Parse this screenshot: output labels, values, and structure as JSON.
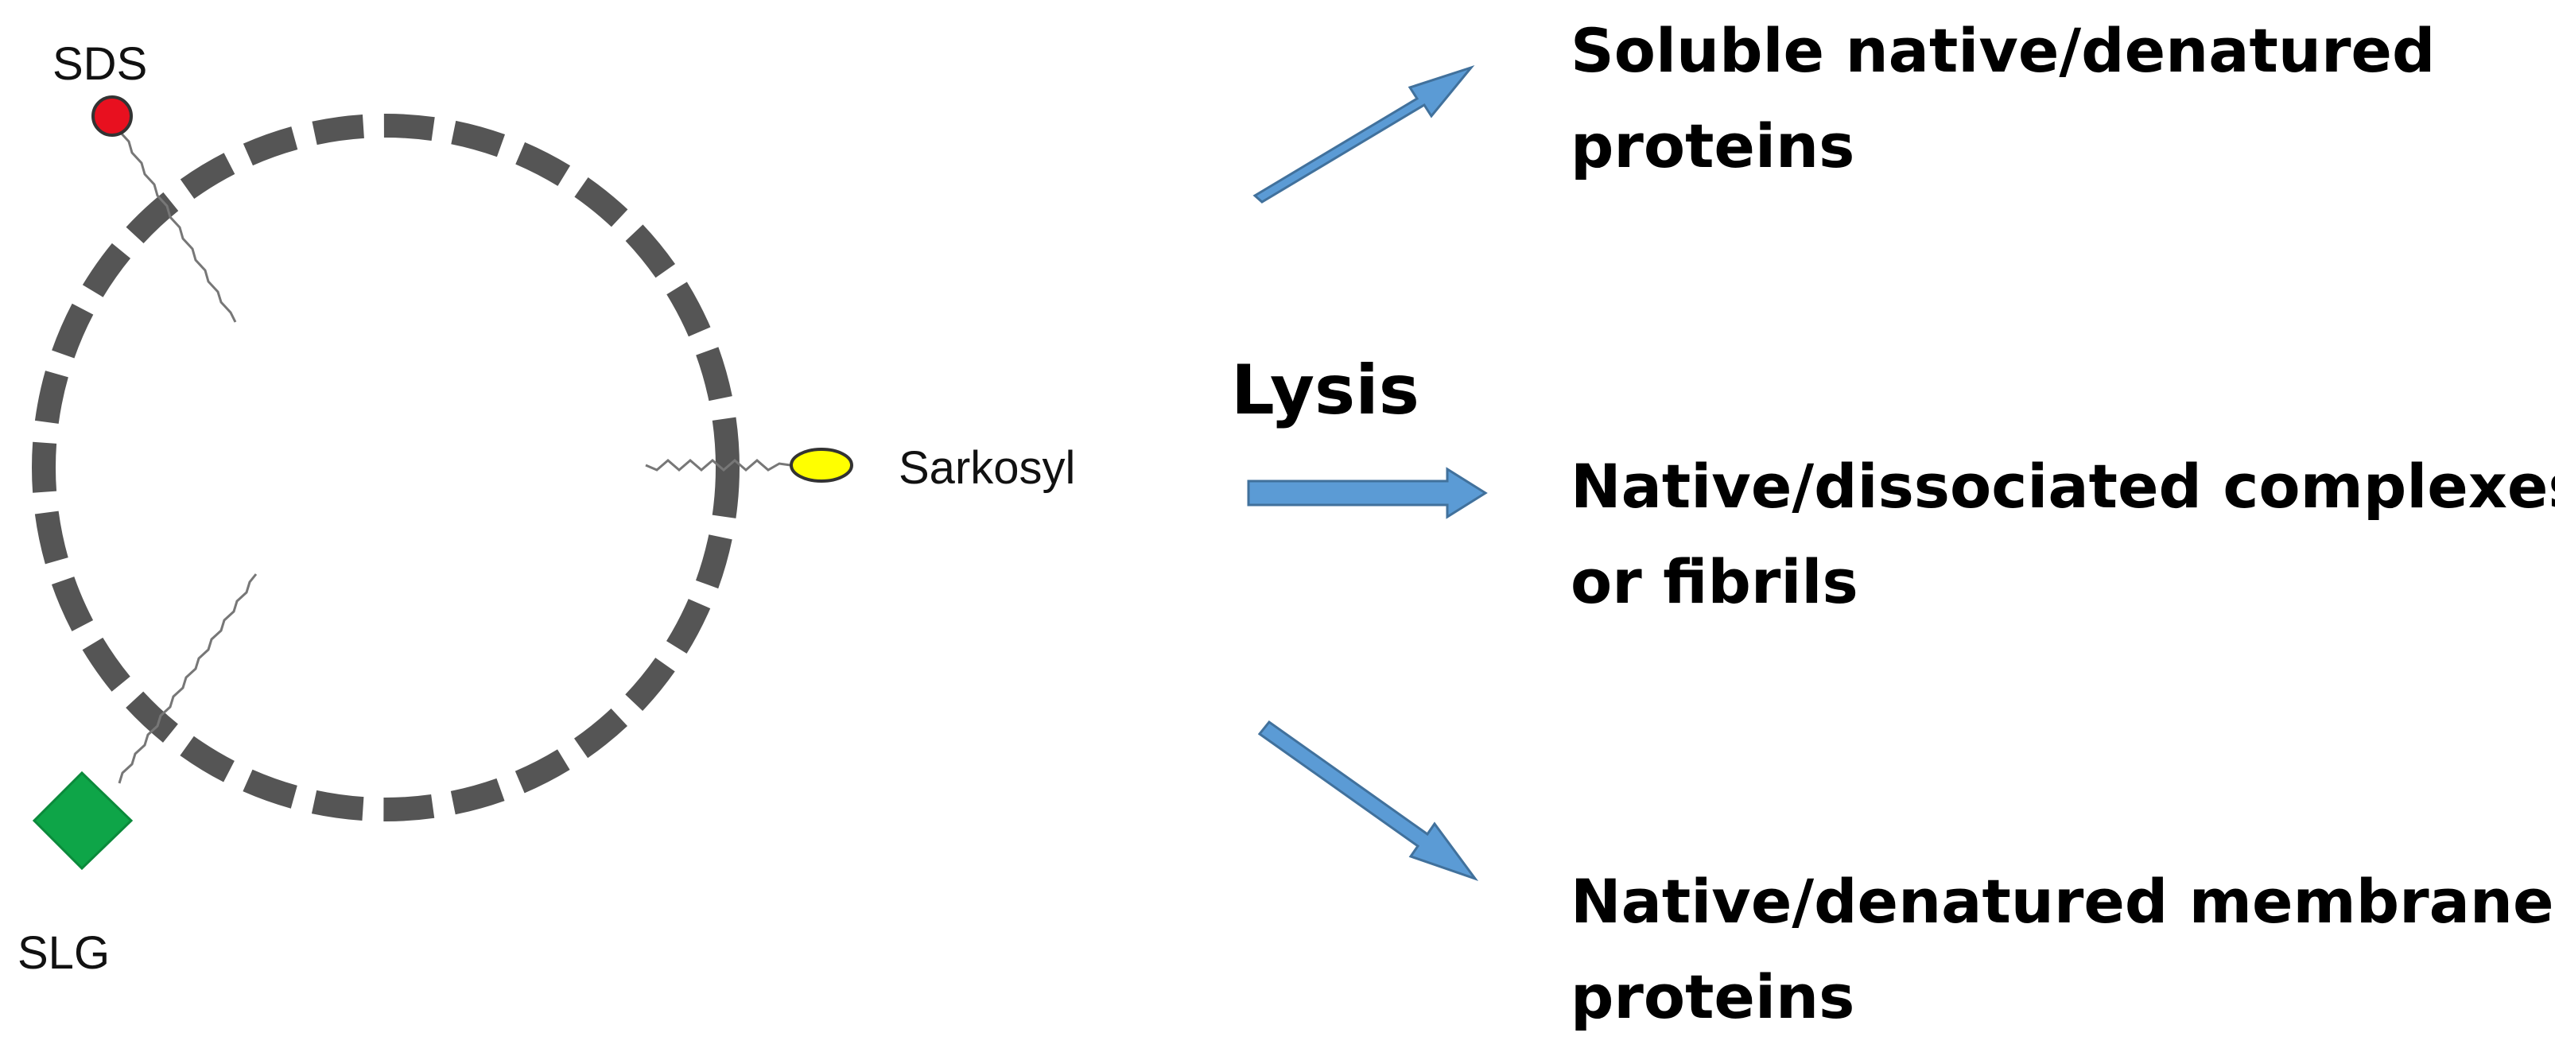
{
  "detergents": {
    "sds": {
      "label": "SDS",
      "color": "#e8101f",
      "shape": "circle"
    },
    "sarkosyl": {
      "label": "Sarkosyl",
      "color": "#ffff00",
      "shape": "ellipse"
    },
    "slg": {
      "label": "SLG",
      "color": "#0ea548",
      "shape": "diamond"
    }
  },
  "membrane": {
    "style": "dashed-circle",
    "color": "#555555"
  },
  "process": {
    "label": "Lysis"
  },
  "arrows": {
    "color": "#5b9bd5"
  },
  "outcomes": [
    {
      "line1": "Soluble native/denatured",
      "line2": "proteins"
    },
    {
      "line1": "Native/dissociated complexes",
      "line2": "or fibrils"
    },
    {
      "line1": "Native/denatured membrane",
      "line2": "proteins"
    }
  ]
}
